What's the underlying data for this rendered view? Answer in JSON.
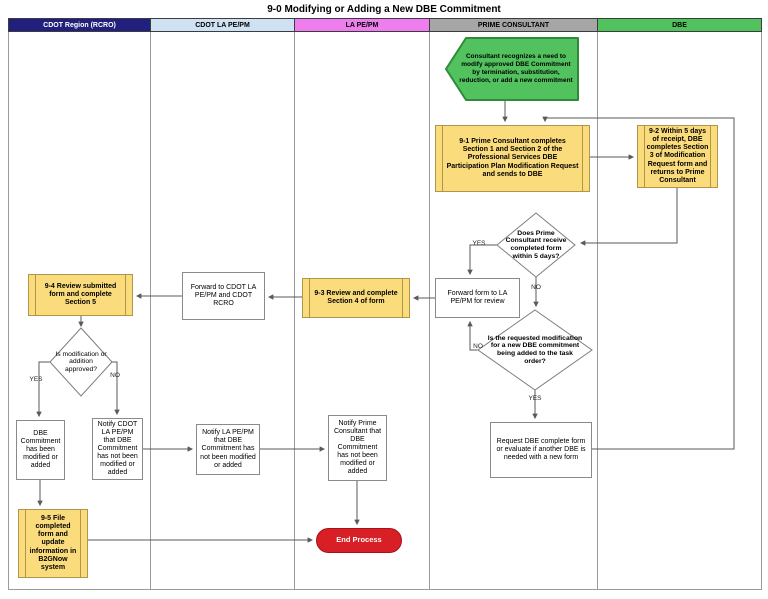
{
  "title": "9-0 Modifying or Adding a New DBE Commitment",
  "lanes": [
    {
      "label": "CDOT Region (RCRO)",
      "color": "#21217D",
      "text_color": "#FFFFFF"
    },
    {
      "label": "CDOT LA PE/PM",
      "color": "#CFE2F3",
      "text_color": "#000000"
    },
    {
      "label": "LA PE/PM",
      "color": "#EE7EEE",
      "text_color": "#000000"
    },
    {
      "label": "PRIME CONSULTANT",
      "color": "#A6A6A6",
      "text_color": "#000000"
    },
    {
      "label": "DBE",
      "color": "#52C25F",
      "text_color": "#000000"
    }
  ],
  "nodes": {
    "start_hexagon": "Consultant recognizes a need to modify approved DBE Commitment by termination, substitution, reduction, or add a new commitment",
    "step_9_1": "9-1 Prime Consultant completes Section 1 and Section 2 of the Professional Services DBE Participation Plan Modification Request and sends to DBE",
    "step_9_2": "9-2 Within 5 days of receipt, DBE completes Section 3 of Modification Request form and returns to Prime Consultant",
    "decision_receive_form": "Does Prime Consultant receive completed form within 5 days?",
    "forward_form_la": "Forward form to LA PE/PM for review",
    "decision_new_commitment": "Is the requested modification for a new DBE commitment being added to the task order?",
    "request_dbe_form": "Request DBE complete form or evaluate if another DBE is needed with a new form",
    "step_9_3": "9-3 Review and complete Section 4 of form",
    "forward_cdot": "Forward to CDOT LA PE/PM and CDOT RCRO",
    "step_9_4": "9-4 Review submitted form and complete Section 5",
    "decision_approved": "Is modification or addition approved?",
    "dbe_modified": "DBE Commitment has been modified or added",
    "notify_cdot": "Notify CDOT LA PE/PM that DBE Commitment has not been modified or added",
    "notify_la": "Notify LA PE/PM that DBE Commitment has not been modified or added",
    "notify_prime": "Notify Prime Consultant that DBE Commitment has not been modified or added",
    "step_9_5": "9-5 File completed form and update information in B2GNow system",
    "end": "End Process"
  },
  "edge_labels": {
    "receive_yes": "YES",
    "receive_no": "NO",
    "new_commitment_no": "NO",
    "new_commitment_yes": "YES",
    "approved_yes": "YES",
    "approved_no": "NO"
  },
  "colors": {
    "process_yellow": "#FBDC7C",
    "process_yellow_border": "#b09649",
    "start_green": "#52C25F",
    "start_green_border": "#2F8B3B",
    "end_red": "#D91F26",
    "connector_gray": "#5a5a5a",
    "lane_border_gray": "#9b9b9b"
  }
}
